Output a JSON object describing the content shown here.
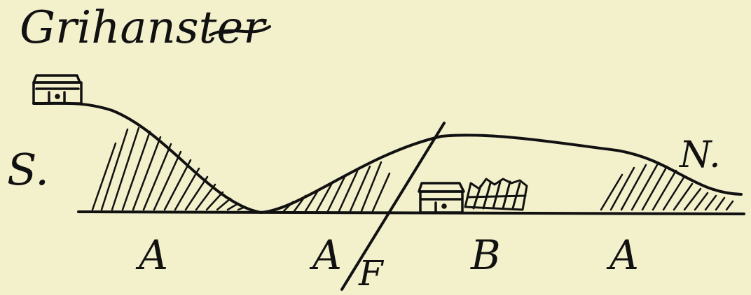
{
  "title": "Grihanster",
  "compass": {
    "south": "S.",
    "north": "N."
  },
  "zones": [
    {
      "id": "a1",
      "label": "A"
    },
    {
      "id": "a2",
      "label": "A"
    },
    {
      "id": "b",
      "label": "B"
    },
    {
      "id": "a3",
      "label": "A"
    }
  ],
  "fault_label": "F",
  "colors": {
    "paper": "#f3f0cc",
    "ink": "#111111"
  }
}
